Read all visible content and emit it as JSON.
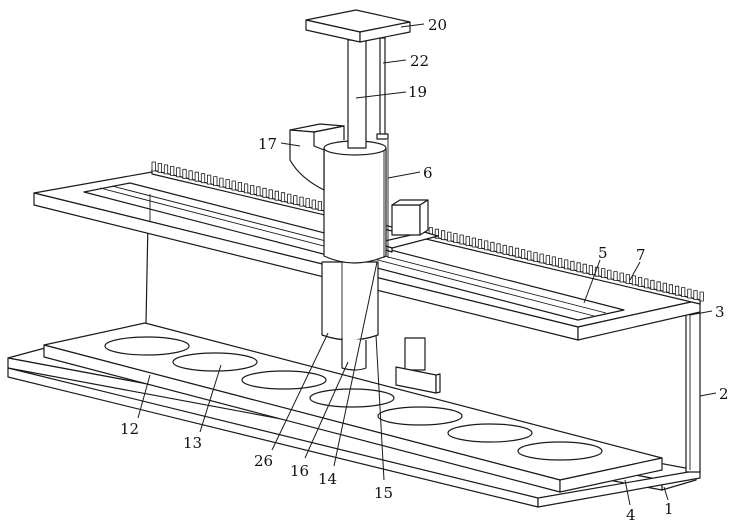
{
  "figure": {
    "type": "mechanical-patent-drawing",
    "line_color": "#1a1a1a",
    "background": "#ffffff"
  },
  "labels": [
    {
      "id": "20",
      "text": "20",
      "part": "top-plate"
    },
    {
      "id": "22",
      "text": "22",
      "part": "guide-rod"
    },
    {
      "id": "19",
      "text": "19",
      "part": "vertical-column"
    },
    {
      "id": "17",
      "text": "17",
      "part": "feed-hopper"
    },
    {
      "id": "6",
      "text": "6",
      "part": "cylinder-housing"
    },
    {
      "id": "5",
      "text": "5",
      "part": "slide-slot"
    },
    {
      "id": "7",
      "text": "7",
      "part": "toothed-rack"
    },
    {
      "id": "3",
      "text": "3",
      "part": "upper-frame"
    },
    {
      "id": "2",
      "text": "2",
      "part": "support-post"
    },
    {
      "id": "1",
      "text": "1",
      "part": "base-plate"
    },
    {
      "id": "4",
      "text": "4",
      "part": "tray-board"
    },
    {
      "id": "12",
      "text": "12",
      "part": "tray"
    },
    {
      "id": "13",
      "text": "13",
      "part": "mold-hole"
    },
    {
      "id": "26",
      "text": "26",
      "part": "outer-sleeve"
    },
    {
      "id": "16",
      "text": "16",
      "part": "nozzle"
    },
    {
      "id": "14",
      "text": "14",
      "part": "inner-shaft"
    },
    {
      "id": "15",
      "text": "15",
      "part": "sleeve-segment"
    }
  ]
}
